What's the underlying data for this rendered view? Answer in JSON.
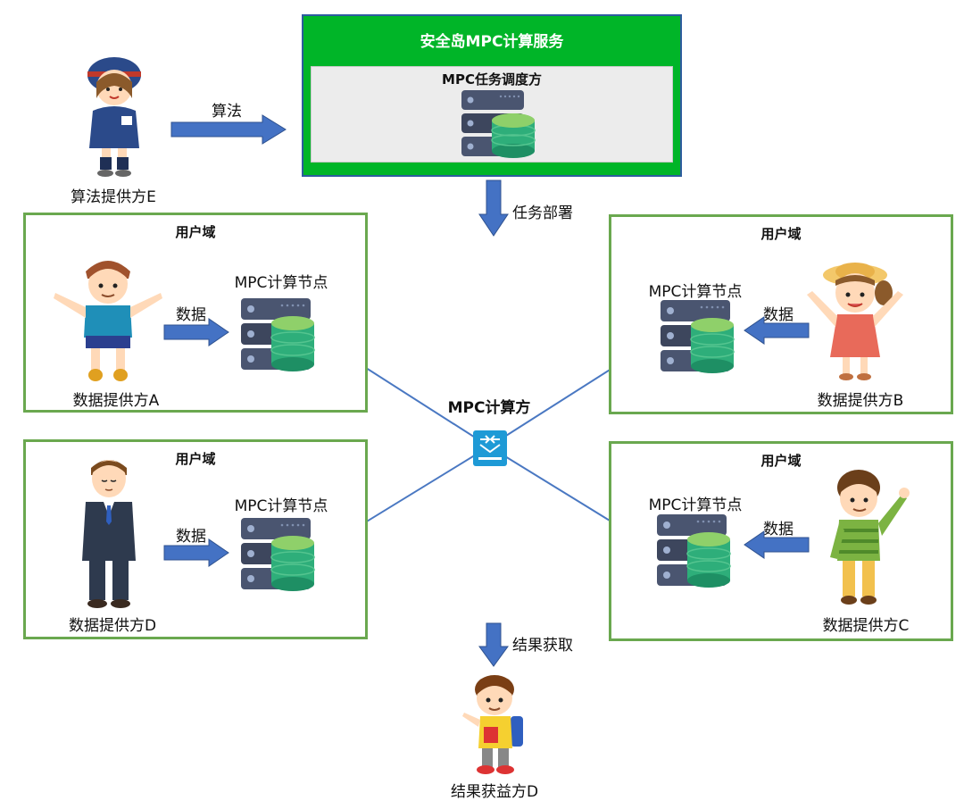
{
  "service": {
    "title": "安全岛MPC计算服务",
    "scheduler_label": "MPC任务调度方"
  },
  "flow": {
    "algorithm_label": "算法",
    "deploy_label": "任务部署",
    "result_label": "结果获取",
    "hub_label": "MPC计算方"
  },
  "actors": {
    "algo_provider": "算法提供方E",
    "provider_a": "数据提供方A",
    "provider_b": "数据提供方B",
    "provider_c": "数据提供方C",
    "provider_d": "数据提供方D",
    "beneficiary": "结果获益方D"
  },
  "domains": [
    {
      "title": "用户域",
      "node_label": "MPC计算节点",
      "data_label": "数据"
    },
    {
      "title": "用户域",
      "node_label": "MPC计算节点",
      "data_label": "数据"
    },
    {
      "title": "用户域",
      "node_label": "MPC计算节点",
      "data_label": "数据"
    },
    {
      "title": "用户域",
      "node_label": "MPC计算节点",
      "data_label": "数据"
    }
  ],
  "colors": {
    "service_green": "#00b528",
    "domain_border": "#6aa84f",
    "arrow_blue": "#4472c4",
    "line_blue": "#4a78c2",
    "server_dark": "#4a5570",
    "db_green": "#2eae7a"
  }
}
